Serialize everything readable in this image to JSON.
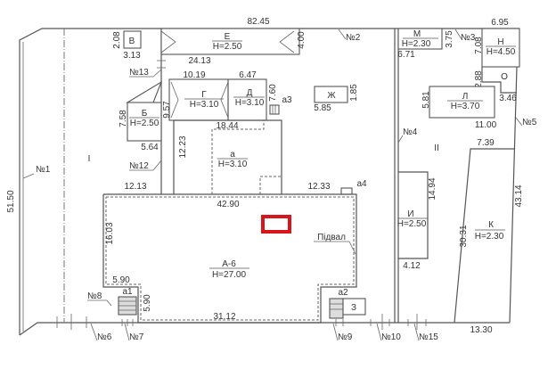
{
  "highlight_color": "#d9141b",
  "zones": {
    "zone_1": "I",
    "zone_2": "II"
  },
  "basement_label": "Підвал",
  "buildings": {
    "A6": {
      "name": "А-6",
      "height": "H=27.00"
    },
    "a": {
      "name": "а",
      "height": "H=3.10"
    },
    "B": {
      "name": "Б",
      "height": "H=2.50"
    },
    "V": {
      "name": "В"
    },
    "G": {
      "name": "Г",
      "height": "H=3.10"
    },
    "D": {
      "name": "Д",
      "height": "H=3.10"
    },
    "E": {
      "name": "Е",
      "height": "H=2.50"
    },
    "Zh": {
      "name": "Ж"
    },
    "Z": {
      "name": "З"
    },
    "I": {
      "name": "И",
      "height": "H=2.50"
    },
    "K": {
      "name": "К",
      "height": "H=2.30"
    },
    "L": {
      "name": "Л",
      "height": "H=3.70"
    },
    "M": {
      "name": "М",
      "height": "H=2.30"
    },
    "N": {
      "name": "Н",
      "height": "H=4.50"
    },
    "O": {
      "name": "О"
    },
    "a1": {
      "name": "а1"
    },
    "a2": {
      "name": "а2"
    },
    "a3": {
      "name": "а3"
    },
    "a4": {
      "name": "а4"
    }
  },
  "dimensions": {
    "top": "82.45",
    "v_h": "2.08",
    "v_w": "3.13",
    "e_w": "24.13",
    "g_w": "10.19",
    "d_w": "6.47",
    "d_h": "7.60",
    "b_h": "7.58",
    "b_w": "5.64",
    "gd_h": "9.57",
    "gd_w": "18.44",
    "zh_w": "5.85",
    "zh_h": "1.85",
    "left": "51.50",
    "mid_h": "12.23",
    "l_left": "12.13",
    "l_right": "12.33",
    "a6_top": "42.90",
    "a6_h": "16.03",
    "a1_w": "5.90",
    "a1_h": "5.90",
    "a6_bottom": "31.12",
    "m_w": "6.71",
    "m_h": "3.75",
    "n_w": "6.95",
    "n_h": "7.08",
    "o_h": "2.88",
    "o_w": "3.46",
    "l_h": "5.81",
    "l_w": "11.00",
    "k_top": "7.39",
    "i_h": "14.94",
    "i_w": "4.12",
    "k_left": "30.31",
    "right": "43.14",
    "bottom_right": "13.30"
  },
  "markers": {
    "n1": "№1",
    "n2": "№2",
    "n3": "№3",
    "n4": "№4",
    "n5": "№5",
    "n6": "№6",
    "n7": "№7",
    "n8": "№8",
    "n9": "№9",
    "n10": "№10",
    "n12": "№12",
    "n13": "№13",
    "n15": "№15"
  }
}
